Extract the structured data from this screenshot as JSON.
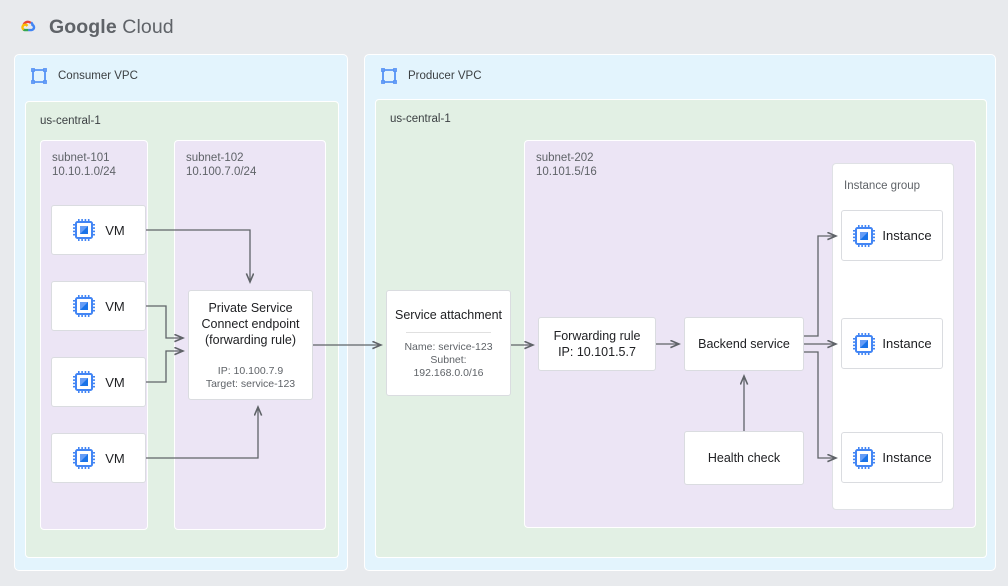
{
  "header": {
    "logo_icon": "google-cloud-logo",
    "brand_bold": "Google",
    "brand_light": "Cloud"
  },
  "consumer_vpc": {
    "icon": "vpc-icon",
    "label": "Consumer VPC",
    "region": "us-central-1",
    "subnet_101": {
      "name": "subnet-101",
      "cidr": "10.10.1.0/24"
    },
    "subnet_102": {
      "name": "subnet-102",
      "cidr": "10.100.7.0/24"
    },
    "vms": [
      {
        "icon": "compute-chip-icon",
        "label": "VM"
      },
      {
        "icon": "compute-chip-icon",
        "label": "VM"
      },
      {
        "icon": "compute-chip-icon",
        "label": "VM"
      },
      {
        "icon": "compute-chip-icon",
        "label": "VM"
      }
    ],
    "psc_endpoint": {
      "title": "Private Service\nConnect endpoint\n(forwarding rule)",
      "details": "IP: 10.100.7.9\nTarget: service-123"
    }
  },
  "producer_vpc": {
    "icon": "vpc-icon",
    "label": "Producer VPC",
    "region": "us-central-1",
    "subnet_202": {
      "name": "subnet-202",
      "cidr": "10.101.5/16"
    },
    "service_attachment": {
      "title": "Service attachment",
      "details": "Name: service-123\nSubnet:\n192.168.0.0/16"
    },
    "forwarding_rule": {
      "title": "Forwarding rule\nIP: 10.101.5.7"
    },
    "backend_service": {
      "title": "Backend service"
    },
    "health_check": {
      "title": "Health check"
    },
    "instance_group": {
      "label": "Instance group",
      "instances": [
        {
          "icon": "compute-chip-icon",
          "label": "Instance"
        },
        {
          "icon": "compute-chip-icon",
          "label": "Instance"
        },
        {
          "icon": "compute-chip-icon",
          "label": "Instance"
        }
      ]
    }
  },
  "colors": {
    "page_background": "#e8eaed",
    "vpc_fill": "#e3f4fd",
    "region_fill": "#e2f0e4",
    "subnet_fill": "#ece5f5",
    "box_fill": "#ffffff",
    "box_border": "#dadce0",
    "connector": "#5f6368",
    "icon_blue": "#4285f4",
    "text_primary": "#202124",
    "text_secondary": "#5f6368"
  }
}
